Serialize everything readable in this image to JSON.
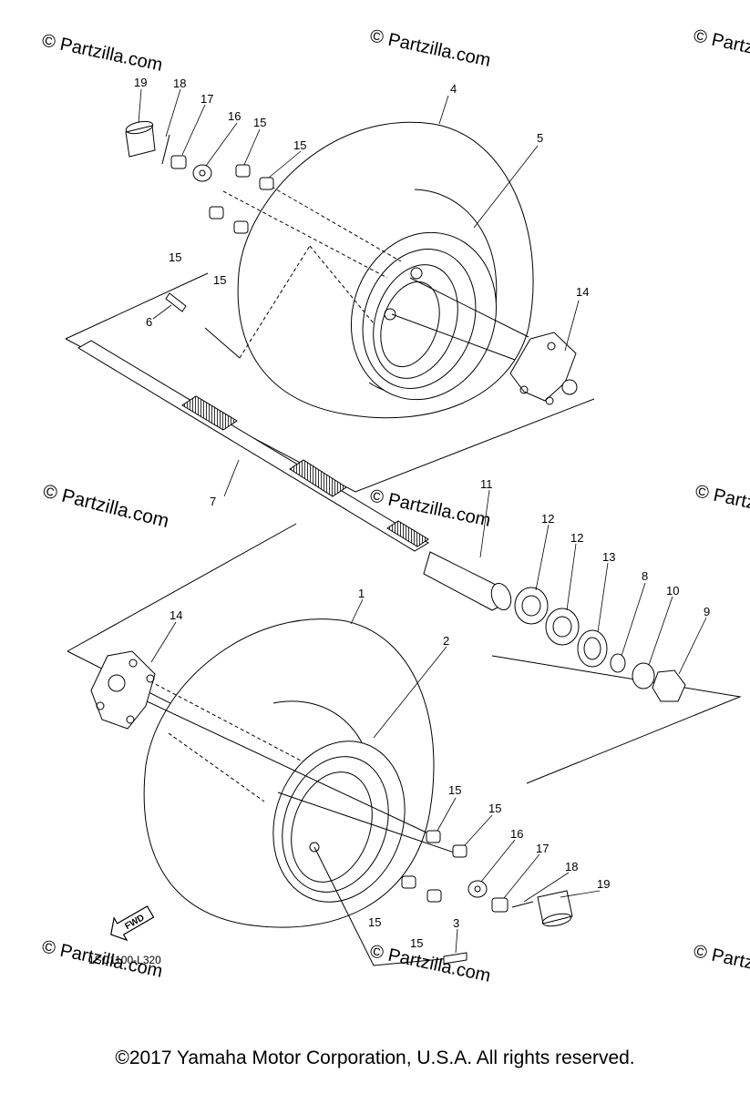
{
  "diagram_code": "1SC1100-L320",
  "fwd_label": "FWD",
  "copyright": "©2017 Yamaha Motor Corporation, U.S.A. All rights reserved.",
  "watermark": "© Partzilla.com",
  "watermark_large": "© Partzilla.com",
  "callouts": {
    "c1": "1",
    "c2": "2",
    "c3": "3",
    "c4": "4",
    "c5": "5",
    "c6": "6",
    "c7": "7",
    "c8": "8",
    "c9": "9",
    "c10": "10",
    "c11": "11",
    "c12a": "12",
    "c12b": "12",
    "c13": "13",
    "c14a": "14",
    "c14b": "14",
    "c15a": "15",
    "c15b": "15",
    "c15c": "15",
    "c15d": "15",
    "c15e": "15",
    "c15f": "15",
    "c15g": "15",
    "c15h": "15",
    "c16a": "16",
    "c16b": "16",
    "c17a": "17",
    "c17b": "17",
    "c18a": "18",
    "c18b": "18",
    "c19a": "19",
    "c19b": "19"
  }
}
